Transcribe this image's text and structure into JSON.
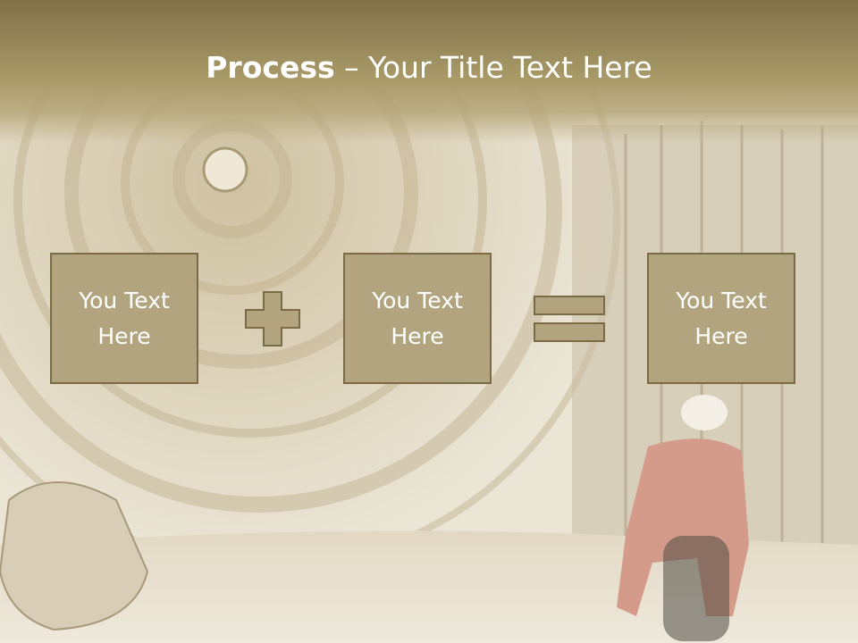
{
  "slide": {
    "title_bold": "Process",
    "title_rest": " – Your Title Text Here",
    "boxes": [
      {
        "label": "You Text Here"
      },
      {
        "label": "You Text Here"
      },
      {
        "label": "You Text Here"
      }
    ],
    "operators": [
      "plus-icon",
      "equals-icon"
    ],
    "colors": {
      "title_band": "#a99a68",
      "box_fill": "#b1a47f",
      "box_border": "#7a6b45",
      "text": "#ffffff"
    }
  }
}
